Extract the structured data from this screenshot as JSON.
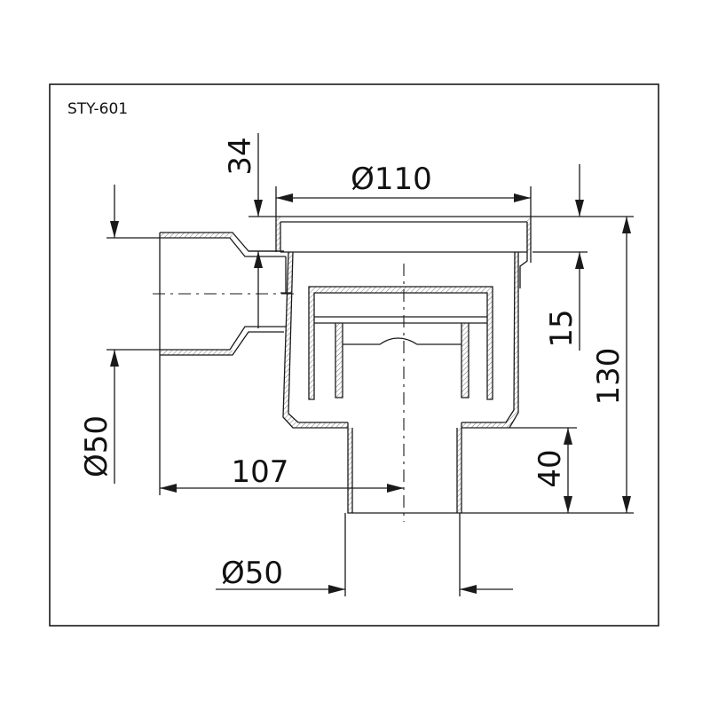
{
  "model": "STY-601",
  "dimensions": {
    "top_flange_height": "34",
    "top_diameter": "Ø110",
    "inner_step": "15",
    "total_height": "130",
    "outlet_length": "40",
    "side_inlet_diameter": "Ø50",
    "side_inlet_offset": "107",
    "bottom_outlet_diameter": "Ø50"
  },
  "colors": {
    "line": "#1a1a1a",
    "background": "#ffffff"
  }
}
